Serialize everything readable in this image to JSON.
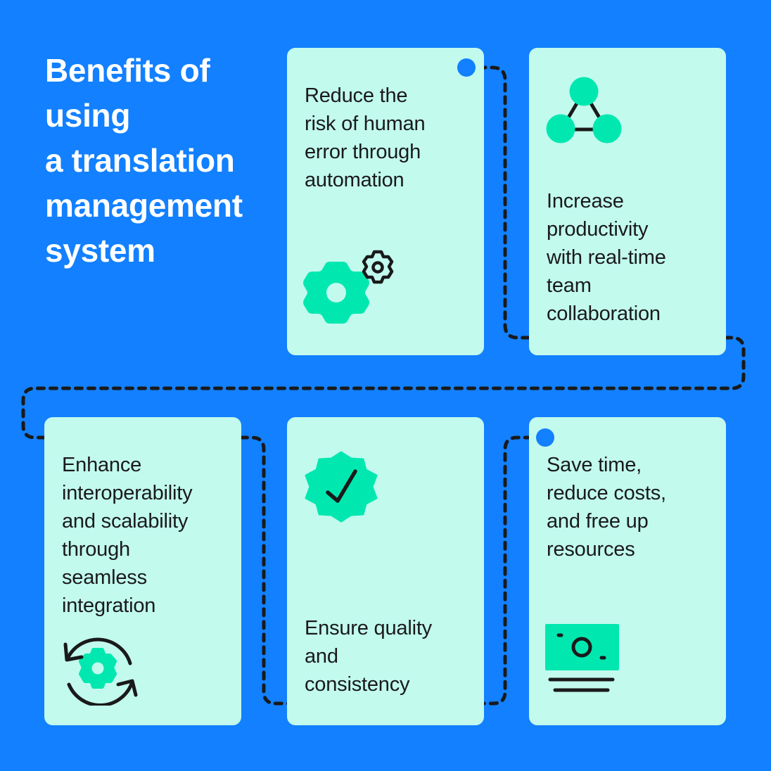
{
  "title": {
    "lines": [
      "Benefits of",
      "using",
      "a translation",
      "management",
      "system"
    ]
  },
  "colors": {
    "background": "#1280FF",
    "card": "#C2FAEE",
    "accent": "#00E8B0",
    "ink": "#1A1A1A",
    "title": "#FFFFFF"
  },
  "benefits": [
    {
      "id": "automation",
      "lines": [
        "Reduce the",
        "risk of human",
        "error through",
        "automation"
      ],
      "icon": "gears-icon"
    },
    {
      "id": "collaboration",
      "lines": [
        "Increase",
        "productivity",
        "with real-time",
        "team",
        "collaboration"
      ],
      "icon": "team-network-icon"
    },
    {
      "id": "integration",
      "lines": [
        "Enhance",
        "interoperability",
        "and scalability",
        "through",
        "seamless",
        "integration"
      ],
      "icon": "gear-sync-icon"
    },
    {
      "id": "quality",
      "lines": [
        "Ensure quality",
        "and",
        "consistency"
      ],
      "icon": "verified-badge-icon"
    },
    {
      "id": "savings",
      "lines": [
        "Save time,",
        "reduce costs,",
        "and free up",
        "resources"
      ],
      "icon": "banknote-icon"
    }
  ],
  "connector": {
    "style": "dashed",
    "start_marker": "dot",
    "end_marker": "dot"
  }
}
